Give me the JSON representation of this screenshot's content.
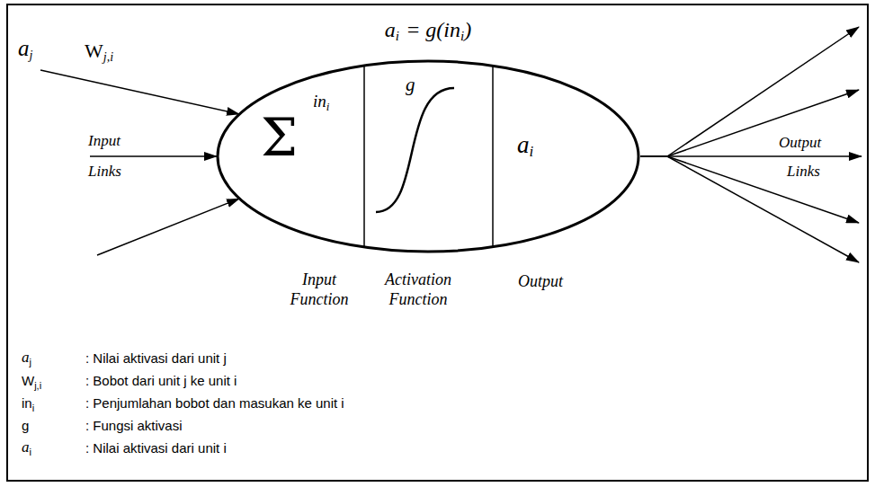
{
  "diagram": {
    "nodes": [
      {
        "text": [
          "a",
          "i",
          "= g(in",
          "i",
          ")"
        ]
      },
      {
        "text": [
          "Σ",
          "in",
          "i",
          "Input Function"
        ],
        "in": 0
      },
      {
        "text": [
          "g",
          "Activation Function"
        ],
        "in": 0
      },
      {
        "text": [
          "a",
          "i",
          "Output"
        ],
        "in": 0
      }
    ],
    "labels": [
      "a",
      "j",
      "W",
      "j,i",
      "Input",
      "Links",
      "Output",
      "Links",
      "a",
      "j",
      ": Nilai aktivasi dari unit j",
      "W",
      "j,i",
      ": Bobot dari unit j ke unit i",
      "in",
      "i",
      ": Penjumlahan bobot dan masukan ke unit i",
      "g",
      ": Fungsi aktivasi",
      "a",
      "i",
      ": Nilai aktivasi dari unit i"
    ]
  }
}
